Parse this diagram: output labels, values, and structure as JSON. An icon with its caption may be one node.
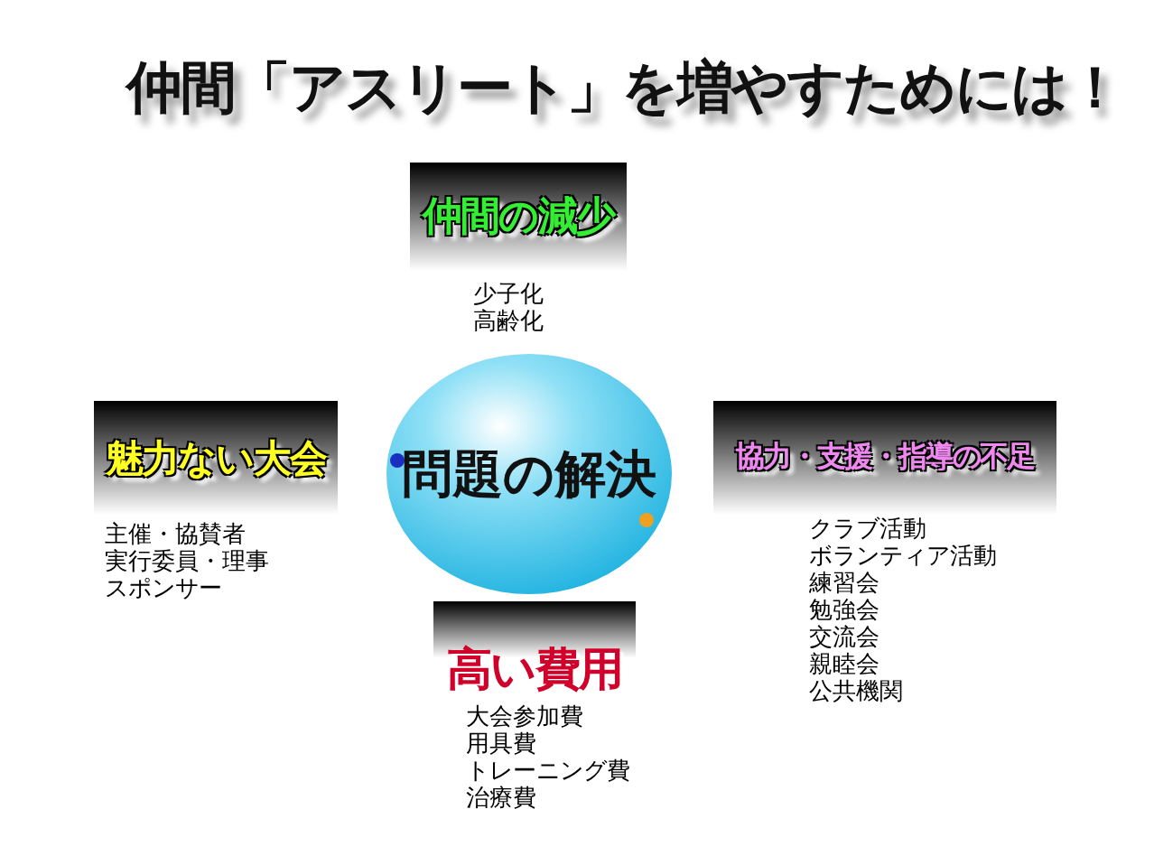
{
  "diagram": {
    "title": "仲間「アスリート」を増やすためには！",
    "nodes": [
      {
        "text": [
          "仲間の減少"
        ],
        "beside": [
          "少子化",
          "高齢化"
        ]
      },
      {
        "text": [
          "魅力ない大会"
        ],
        "beside": [
          "主催・協賛者",
          "実行委員・理事",
          "スポンサー"
        ]
      },
      {
        "text": [
          "問題の解決"
        ]
      },
      {
        "text": [
          "協力・支援・指導の不足"
        ],
        "beside": [
          "クラブ活動",
          "ボランティア活動",
          "練習会",
          "勉強会",
          "交流会",
          "親睦会",
          "公共機関"
        ]
      },
      {
        "text": [
          "高い費用"
        ],
        "beside": [
          "大会参加費",
          "用具費",
          "トレーニング費",
          "治療費"
        ]
      }
    ],
    "edges": []
  }
}
